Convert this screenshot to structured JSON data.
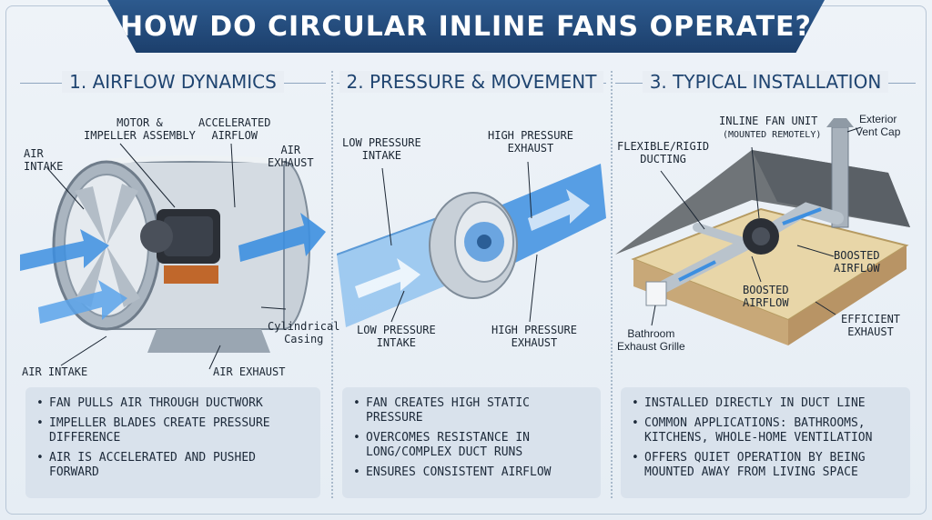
{
  "title": "HOW DO CIRCULAR INLINE FANS OPERATE?",
  "colors": {
    "banner": "#1f4470",
    "airflow": "#3d8fe0",
    "metal": "#b9c3cc",
    "insulation": "#e8d6a8",
    "motor": "#2b2f36"
  },
  "panels": [
    {
      "heading": "1. AIRFLOW DYNAMICS",
      "labels": {
        "motor": "MOTOR &\nIMPELLER ASSEMBLY",
        "accelerated": "ACCELERATED\nAIRFLOW",
        "air_intake_top": "AIR\nINTAKE",
        "air_exhaust_top": "AIR\nEXHAUST",
        "casing": "Cylindrical\nCasing",
        "air_intake_bottom": "AIR INTAKE",
        "air_exhaust_bottom": "AIR EXHAUST"
      },
      "bullets": [
        "FAN PULLS AIR THROUGH DUCTWORK",
        "IMPELLER BLADES CREATE PRESSURE DIFFERENCE",
        "AIR IS ACCELERATED AND PUSHED FORWARD"
      ]
    },
    {
      "heading": "2. PRESSURE & MOVEMENT",
      "labels": {
        "low_top": "LOW PRESSURE\nINTAKE",
        "high_top": "HIGH PRESSURE\nEXHAUST",
        "low_bottom": "LOW PRESSURE\nINTAKE",
        "high_bottom": "HIGH PRESSURE\nEXHAUST"
      },
      "bullets": [
        "FAN CREATES HIGH STATIC PRESSURE",
        "OVERCOMES RESISTANCE IN LONG/COMPLEX DUCT RUNS",
        "ENSURES CONSISTENT AIRFLOW"
      ]
    },
    {
      "heading": "3. TYPICAL INSTALLATION",
      "labels": {
        "fan_unit": "INLINE FAN UNIT",
        "fan_unit_sub": "(MOUNTED REMOTELY)",
        "vent_cap": "Exterior\nVent Cap",
        "ducting": "FLEXIBLE/RIGID\nDUCTING",
        "boosted_right": "BOOSTED\nAIRFLOW",
        "boosted_center": "BOOSTED\nAIRFLOW",
        "efficient": "EFFICIENT\nEXHAUST",
        "grille": "Bathroom\nExhaust Grille"
      },
      "bullets": [
        "INSTALLED DIRECTLY IN DUCT LINE",
        "COMMON APPLICATIONS: BATHROOMS, KITCHENS, WHOLE-HOME VENTILATION",
        "OFFERS QUIET OPERATION BY BEING MOUNTED AWAY FROM LIVING SPACE"
      ]
    }
  ]
}
